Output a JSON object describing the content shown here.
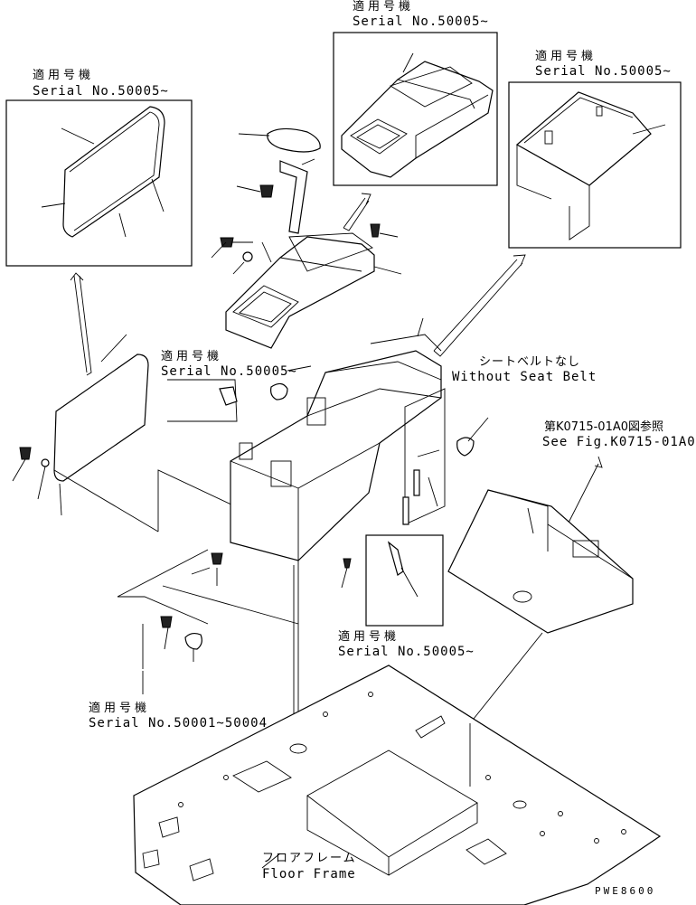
{
  "labels": {
    "serial_a_jp": "適用号機",
    "serial_a": "Serial No.50005~",
    "serial_b_jp": "適用号機",
    "serial_b": "Serial No.50005~",
    "serial_c_jp": "適用号機",
    "serial_c": "Serial No.50005~",
    "serial_d_jp": "適用号機",
    "serial_d": "Serial No.50005~",
    "serial_e_jp": "適用号機",
    "serial_e": "Serial No.50005~",
    "serial_f_jp": "適用号機",
    "serial_f": "Serial No.50001~50004",
    "no_belt_jp": "シートベルトなし",
    "no_belt": "Without Seat Belt",
    "see_fig_jp": "第K0715-01A0図参照",
    "see_fig": "See Fig.K0715-01A0",
    "floor_jp": "フロアフレーム",
    "floor": "Floor Frame",
    "drawing_code": "PWE8600"
  }
}
